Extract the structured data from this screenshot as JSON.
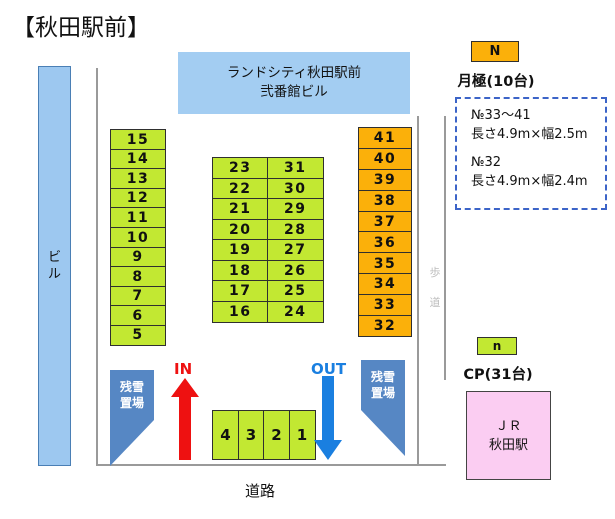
{
  "page": {
    "title": "【秋田駅前】",
    "road_label": "道路",
    "sidewalk_label": [
      "歩",
      "道"
    ]
  },
  "buildings": {
    "left_building": {
      "label_chars": [
        "ビ",
        "ル"
      ],
      "color": "#9dc8f0"
    },
    "top_building": {
      "line1": "ランドシティ秋田駅前",
      "line2": "弐番館ビル",
      "color": "#a3cdf2"
    }
  },
  "parking": {
    "stall_color_green": "#c2e832",
    "stall_color_orange": "#fbb00a",
    "left_column": [
      "15",
      "14",
      "13",
      "12",
      "11",
      "10",
      "9",
      "8",
      "7",
      "6",
      "5"
    ],
    "center_grid": [
      [
        "23",
        "31"
      ],
      [
        "22",
        "30"
      ],
      [
        "21",
        "29"
      ],
      [
        "20",
        "28"
      ],
      [
        "19",
        "27"
      ],
      [
        "18",
        "26"
      ],
      [
        "17",
        "25"
      ],
      [
        "16",
        "24"
      ]
    ],
    "right_column": [
      "41",
      "40",
      "39",
      "38",
      "37",
      "36",
      "35",
      "34",
      "33",
      "32"
    ],
    "bottom_row": [
      "4",
      "3",
      "2",
      "1"
    ]
  },
  "snow_storage": {
    "left": {
      "line1": "残雪",
      "line2": "置場",
      "color": "#5687c4"
    },
    "right": {
      "line1": "残雪",
      "line2": "置場",
      "color": "#5687c4"
    }
  },
  "flow": {
    "in_label": "IN",
    "in_color": "#ee1111",
    "out_label": "OUT",
    "out_color": "#1a7fe0"
  },
  "legend": {
    "monthly": {
      "badge": "N",
      "badge_color": "#fbb00a",
      "caption": "月極(10台)",
      "detail_1_no": "№33〜41",
      "detail_1_size": "長さ4.9m×幅2.5m",
      "detail_2_no": "№32",
      "detail_2_size": "長さ4.9m×幅2.4m",
      "border_color": "#3c64c8"
    },
    "coin": {
      "badge": "n",
      "badge_color": "#c2e832",
      "caption": "CP(31台)"
    },
    "station": {
      "line1": "ＪＲ",
      "line2": "秋田駅",
      "color": "#fbcdf2"
    }
  }
}
